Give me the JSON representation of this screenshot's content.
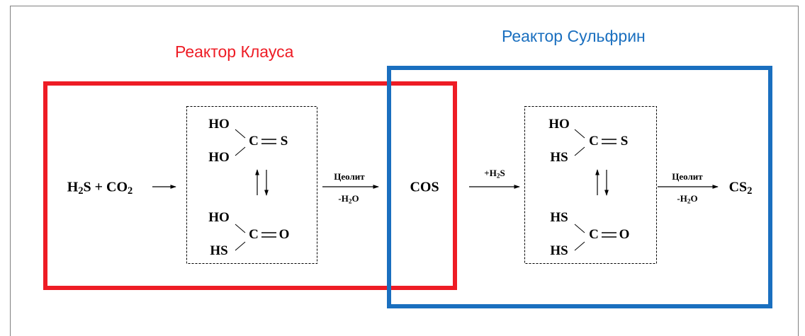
{
  "colors": {
    "claus": "#ee1c25",
    "sulfreen": "#1a6fbf",
    "ink": "#000000",
    "frame": "#808080"
  },
  "titles": {
    "claus": "Реактор Клауса",
    "sulfreen": "Реактор Сульфрин"
  },
  "reagents": {
    "h2s": "H",
    "h2s_sub": "2",
    "h2s_tail": "S + CO",
    "co2_sub": "2"
  },
  "cos": "COS",
  "cs2": {
    "main": "CS",
    "sub": "2"
  },
  "step1": {
    "top": "Цеолит",
    "bottom_pre": "-H",
    "bottom_sub": "2",
    "bottom_post": "O"
  },
  "step2": {
    "top_pre": "+H",
    "top_sub": "2",
    "top_post": "S"
  },
  "step3": {
    "top": "Цеолит",
    "bottom_pre": "-H",
    "bottom_sub": "2",
    "bottom_post": "O"
  },
  "box1": {
    "top": {
      "g1": "HO",
      "g2": "HO",
      "center": "C",
      "end": "S"
    },
    "bottom": {
      "g1": "HO",
      "g2": "HS",
      "center": "C",
      "end": "O"
    }
  },
  "box2": {
    "top": {
      "g1": "HO",
      "g2": "HS",
      "center": "C",
      "end": "S"
    },
    "bottom": {
      "g1": "HS",
      "g2": "HS",
      "center": "C",
      "end": "O"
    }
  }
}
